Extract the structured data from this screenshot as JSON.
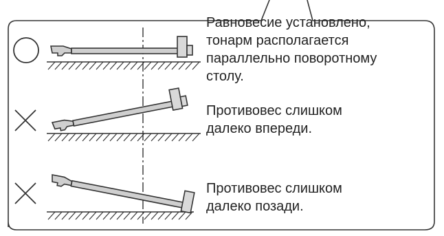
{
  "rows": [
    {
      "mark": "circle",
      "arm_state": "level",
      "lines": [
        "Равновесие установлено,",
        "тонарм располагается",
        "параллельно поворотному",
        "столу."
      ]
    },
    {
      "mark": "cross",
      "arm_state": "counterweight-up",
      "lines": [
        "Противовес слишком",
        "далеко впереди."
      ]
    },
    {
      "mark": "cross",
      "arm_state": "counterweight-down",
      "lines": [
        "Противовес слишком",
        "далеко позади."
      ]
    }
  ],
  "colors": {
    "ink": "#333333",
    "arm_fill": "#cfcfcf",
    "counterweight_fill": "#d9d9d9",
    "text": "#222222"
  }
}
